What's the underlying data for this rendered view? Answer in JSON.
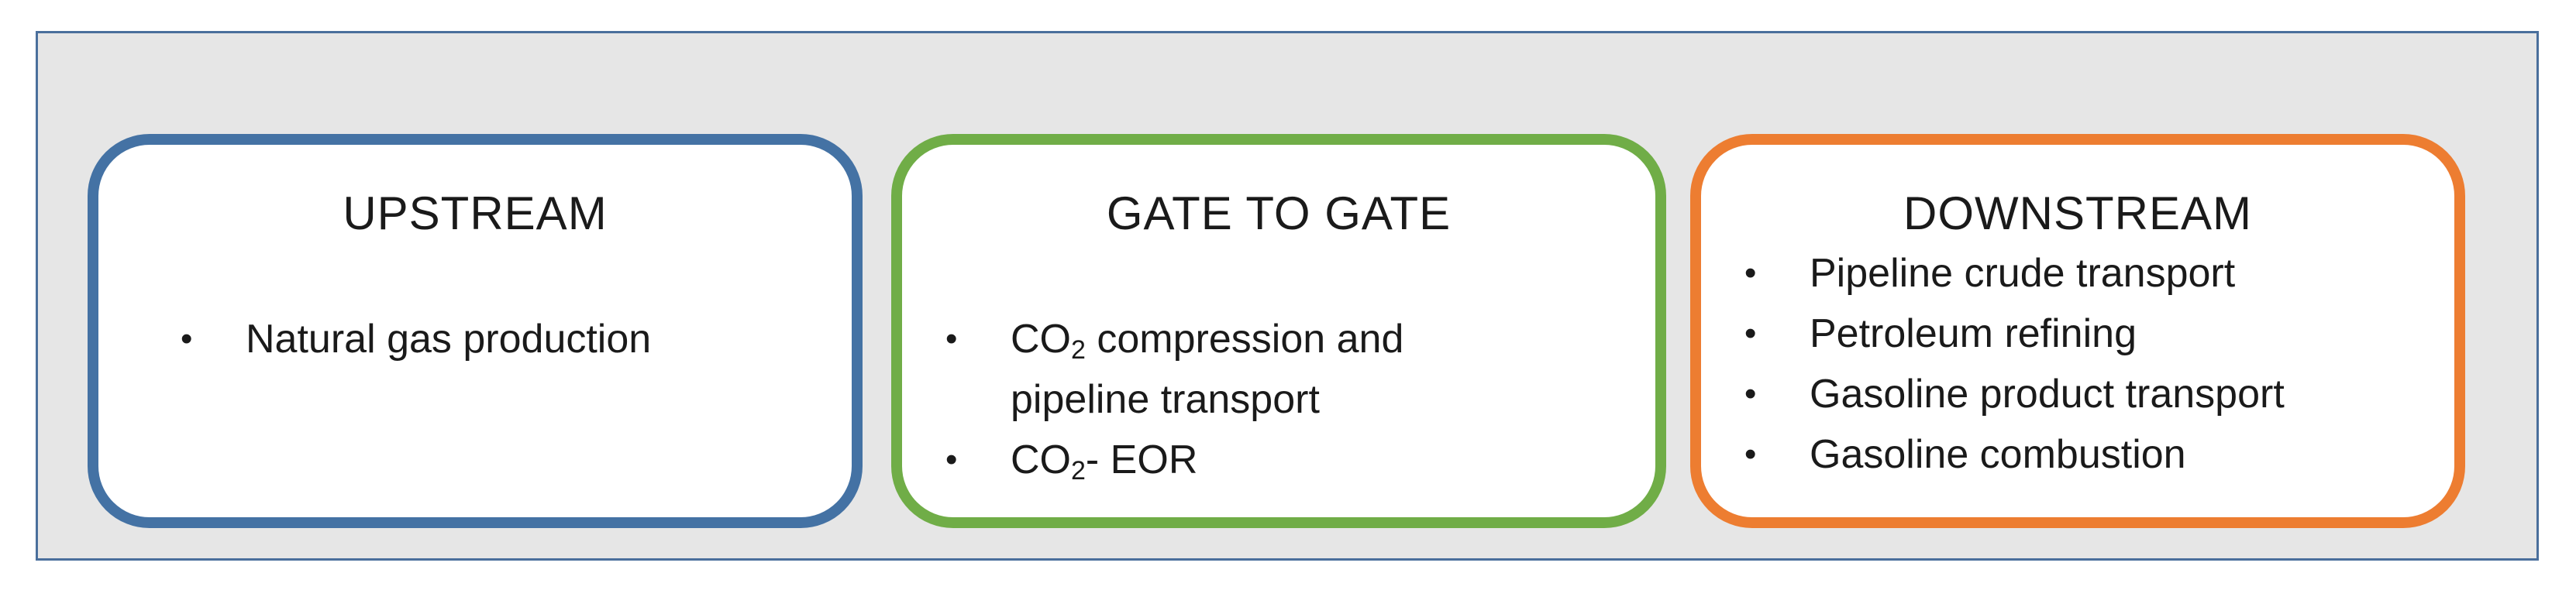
{
  "colors": {
    "background": "#e6e6e6",
    "frame": "#4a6f9c",
    "upstream": "#4472a4",
    "gate_to_gate": "#70ad47",
    "downstream": "#ed7d31"
  },
  "stages": {
    "upstream": {
      "title": "UPSTREAM",
      "items": [
        "Natural gas production"
      ]
    },
    "gate_to_gate": {
      "title": "GATE TO GATE",
      "item1_prefix": "CO",
      "item1_sub": "2",
      "item1_rest": " compression and",
      "item1_line2": "pipeline transport",
      "item2_prefix": "CO",
      "item2_sub": "2",
      "item2_rest": "- EOR"
    },
    "downstream": {
      "title": "DOWNSTREAM",
      "items": [
        "Pipeline crude transport",
        "Petroleum refining",
        "Gasoline product transport",
        "Gasoline combustion"
      ]
    }
  }
}
